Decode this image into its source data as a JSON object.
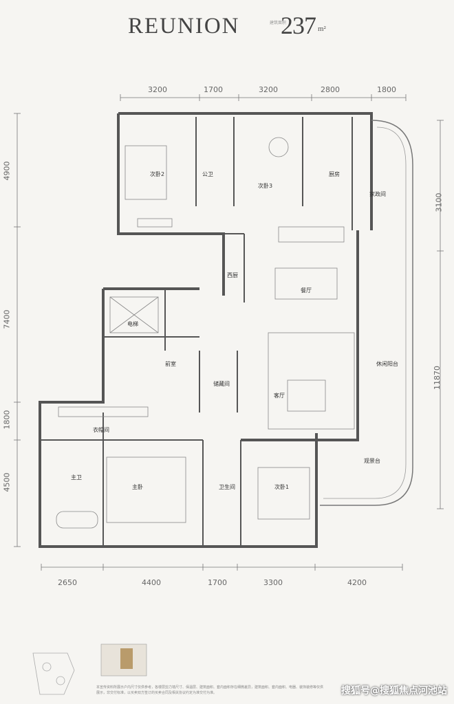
{
  "header": {
    "brand": "REUNION",
    "sub_label": "建筑面积",
    "area": "237",
    "unit": "m²"
  },
  "dimensions": {
    "top": [
      "3200",
      "1700",
      "3200",
      "2800",
      "1800"
    ],
    "bottom": [
      "2650",
      "4400",
      "1700",
      "3300",
      "4200"
    ],
    "left": [
      "4900",
      "7400",
      "1800",
      "4500"
    ],
    "right": [
      "3100",
      "11870"
    ]
  },
  "rooms": {
    "bedroom2": "次卧2",
    "public_bath": "公卫",
    "bedroom3": "次卧3",
    "kitchen": "厨房",
    "maid_room": "家政间",
    "western_kitchen": "西厨",
    "dining": "餐厅",
    "elevator": "电梯",
    "foyer": "前室",
    "storage": "储藏间",
    "living": "客厅",
    "leisure_balcony": "休闲阳台",
    "walk_in_closet": "衣帽间",
    "master_bath": "主卫",
    "master_bedroom": "主卧",
    "bathroom": "卫生间",
    "bedroom1": "次卧1",
    "view_terrace": "观景台"
  },
  "footer": {
    "disclaimer": "本宣传资料所展示户内尺寸仅供参考，各楼层剪力墙尺寸、保温层、建筑面积、套内面积存在细微差异，建筑面积、套内面积、电器、装饰装修等仅供展示，非交付标准，以买卖双方签订的买卖合同及相关协议约定为准交付为准。",
    "watermark": "搜狐号@搜狐焦点河池站"
  },
  "colors": {
    "wall": "#555555",
    "line": "#777777",
    "background": "#f6f5f2"
  }
}
